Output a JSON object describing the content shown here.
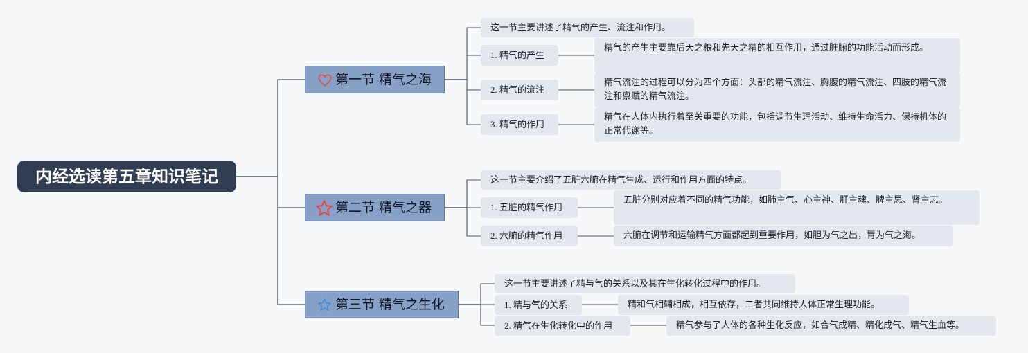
{
  "colors": {
    "root_bg": "#303d52",
    "section_bg": "#87a0c6",
    "leaf_bg": "#e3e8ef",
    "connector": "#4a5568",
    "heart_icon": "#d9534f",
    "star_icon": "#e0474c",
    "star_small_icon": "#3b8fd9"
  },
  "root": {
    "label": "内经选读第五章知识笔记"
  },
  "sections": [
    {
      "icon": "heart-icon",
      "label": "第一节 精气之海",
      "summary": "这一节主要讲述了精气的产生、流注和作用。",
      "items": [
        {
          "label": "1. 精气的产生",
          "detail": "精气的产生主要靠后天之粮和先天之精的相互作用，通过脏腑的功能活动而形成。"
        },
        {
          "label": "2. 精气的流注",
          "detail": "精气流注的过程可以分为四个方面：头部的精气流注、胸腹的精气流注、四肢的精气流注和禀赋的精气流注。"
        },
        {
          "label": "3. 精气的作用",
          "detail": "精气在人体内执行着至关重要的功能，包括调节生理活动、维持生命活力、保持机体的正常代谢等。"
        }
      ]
    },
    {
      "icon": "star-icon",
      "label": "第二节 精气之器",
      "summary": "这一节主要介绍了五脏六腑在精气生成、运行和作用方面的特点。",
      "items": [
        {
          "label": "1. 五脏的精气作用",
          "detail": "五脏分别对应着不同的精气功能，如肺主气、心主神、肝主魂、脾主思、肾主志。"
        },
        {
          "label": "2. 六腑的精气作用",
          "detail": "六腑在调节和运输精气方面都起到重要作用，如胆为气之出，胃为气之海。"
        }
      ]
    },
    {
      "icon": "small-star-icon",
      "label": "第三节 精气之生化",
      "summary": "这一节主要讲述了精与气的关系以及其在生化转化过程中的作用。",
      "items": [
        {
          "label": "1. 精与气的关系",
          "detail": "精和气相辅相成，相互依存，二者共同维持人体正常生理功能。"
        },
        {
          "label": "2. 精气在生化转化中的作用",
          "detail": "精气参与了人体的各种生化反应，如合气成精、精化成气、精气生血等。"
        }
      ]
    }
  ]
}
